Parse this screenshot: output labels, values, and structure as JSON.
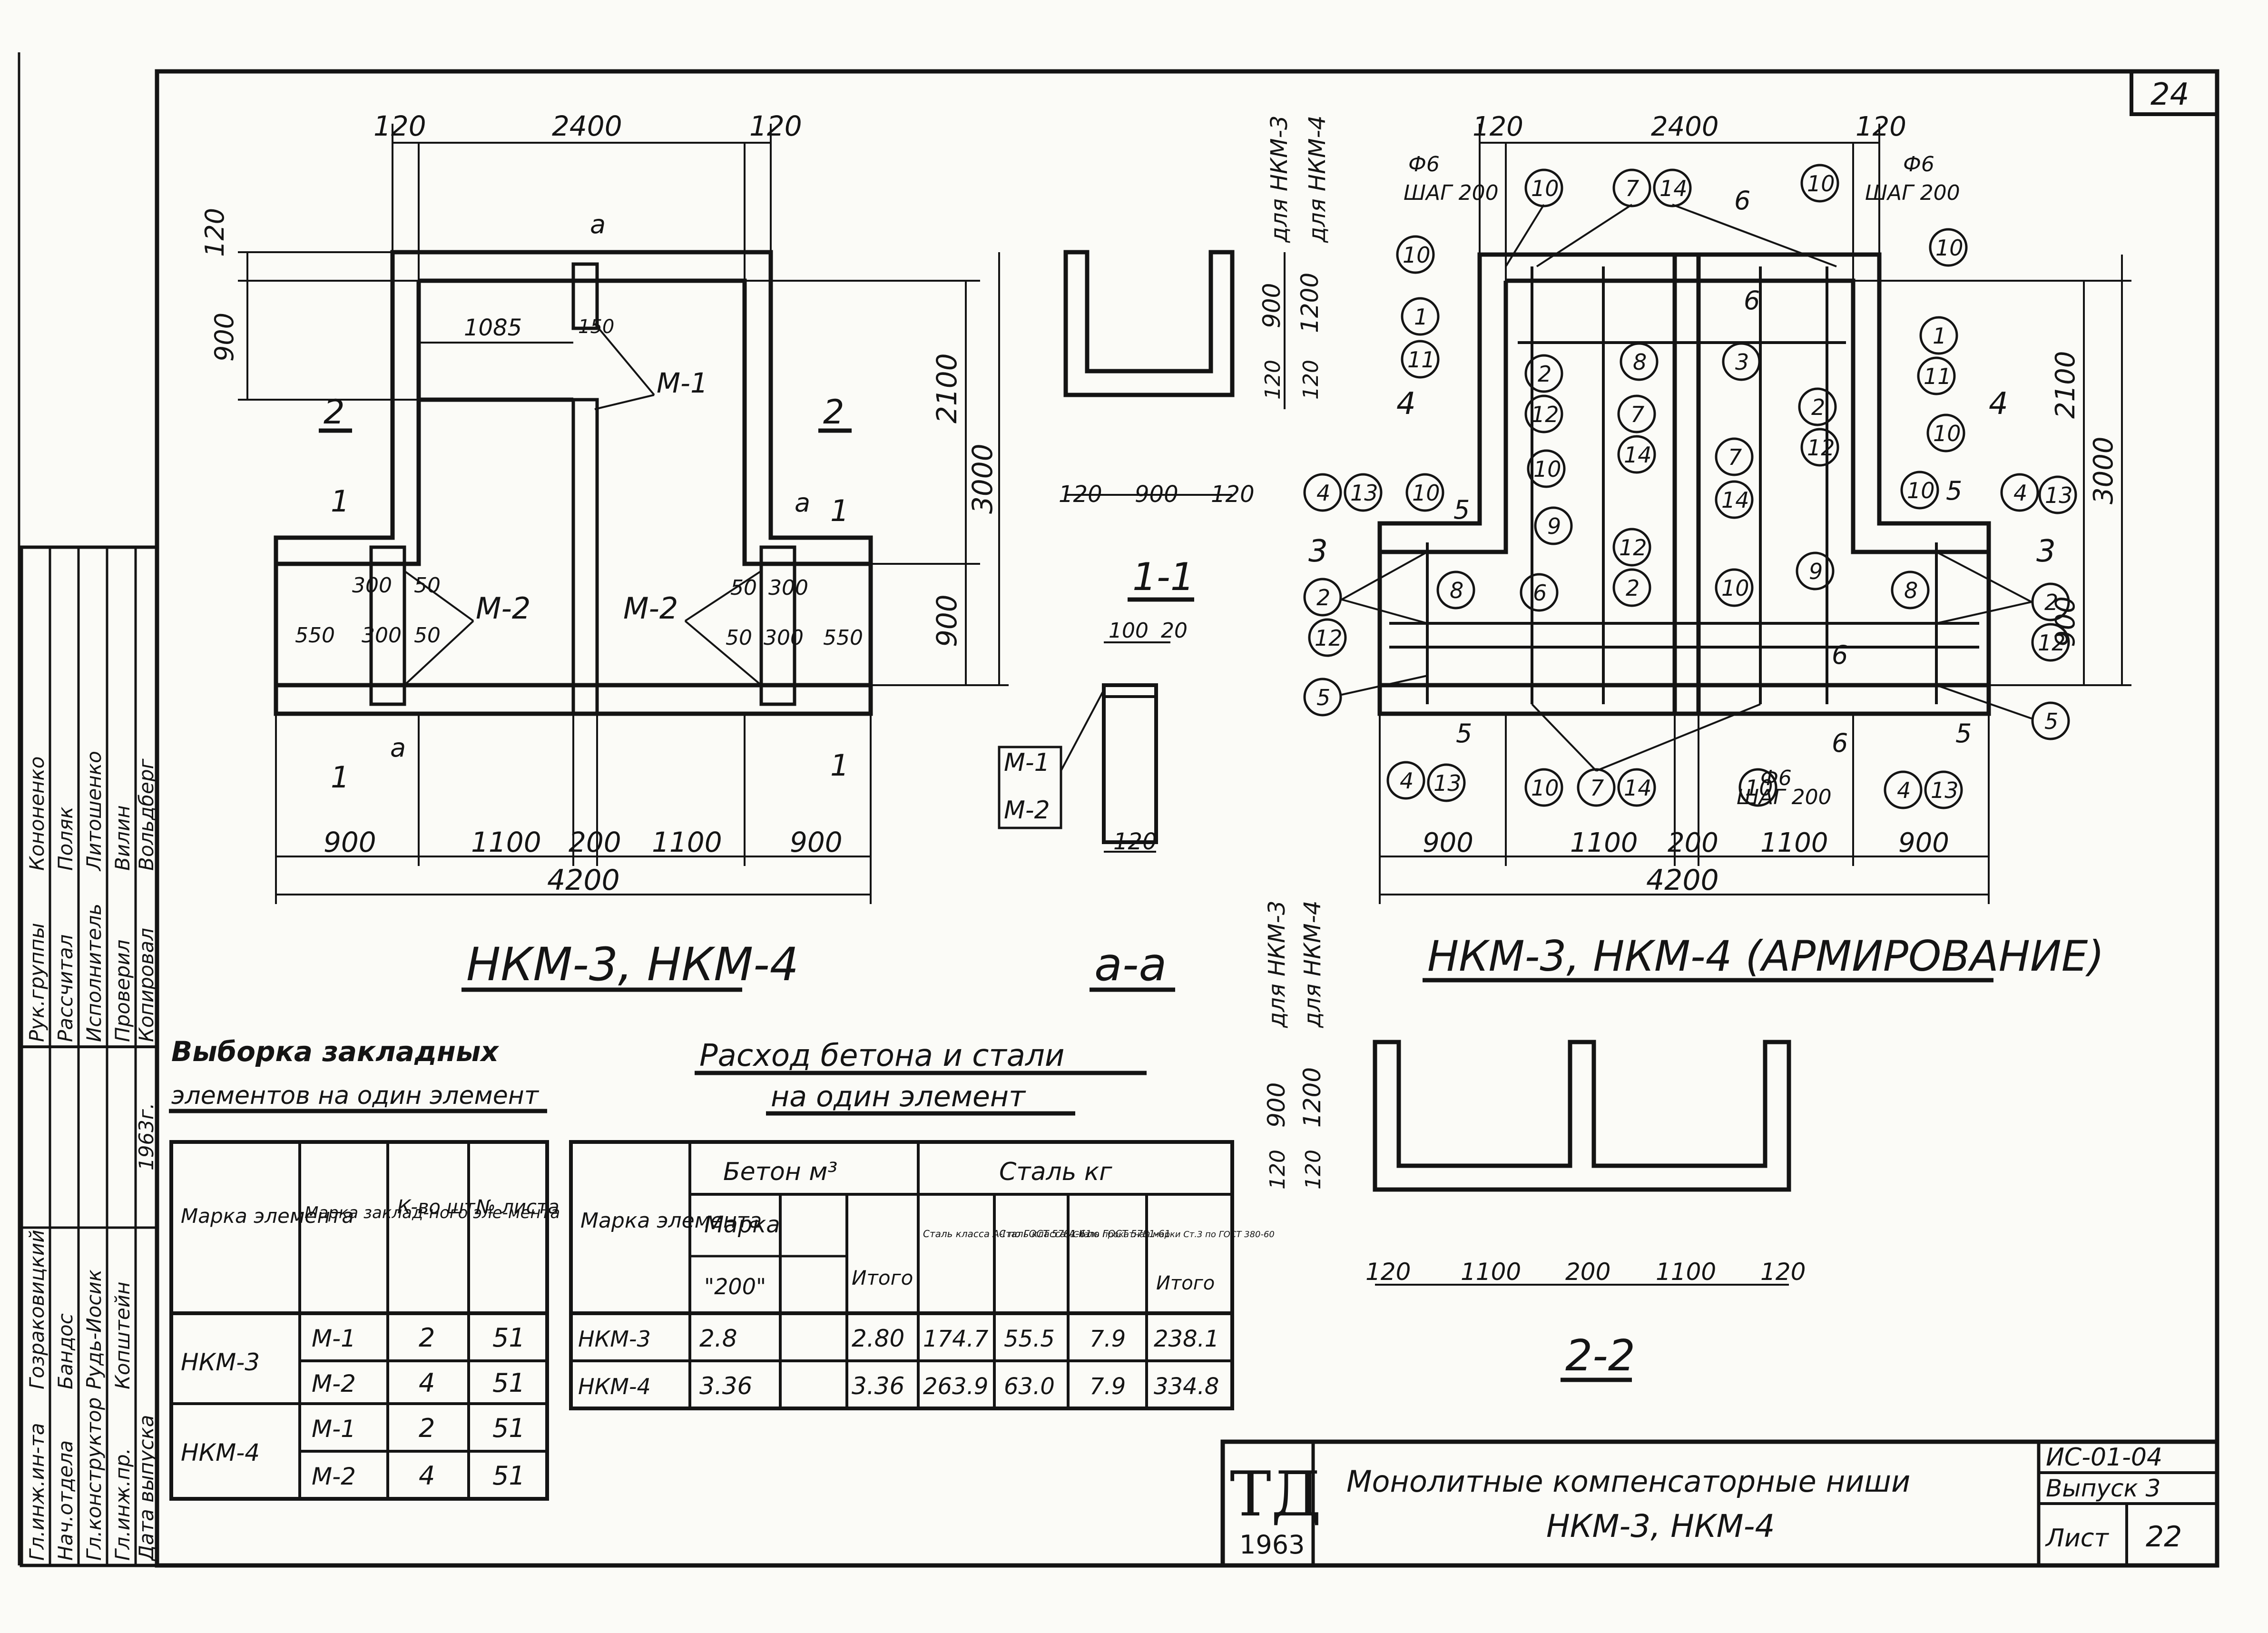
{
  "sheet_number": "24",
  "drawings": {
    "plan": {
      "caption": "НКМ-3, НКМ-4",
      "dims_top": [
        "120",
        "2400",
        "120"
      ],
      "dims_bottom": [
        "900",
        "1100",
        "200",
        "1100",
        "900"
      ],
      "overall_width": "4200",
      "dims_right": [
        "2100",
        "3000",
        "900"
      ],
      "dims_left": [
        "120",
        "900"
      ],
      "dim_1085": "1085",
      "dim_150": "150",
      "dims_embed_left": [
        "300",
        "50",
        "550",
        "300",
        "50"
      ],
      "dims_embed_right": [
        "50",
        "300",
        "50",
        "300",
        "550"
      ],
      "labels": {
        "m1": "М-1",
        "m2": "М-2",
        "sec_2": "2",
        "sec_1": "1",
        "sec_a": "а"
      }
    },
    "section_aa": {
      "caption": "а-а",
      "left_note_top": "для НКМ-3",
      "left_note_bottom": "для НКМ-4",
      "dims_right": [
        "900",
        "1200",
        "120",
        "120"
      ],
      "dims_bottom": [
        "120",
        "900",
        "120"
      ]
    },
    "section_11": {
      "caption": "1-1",
      "dims_top": [
        "100",
        "20"
      ],
      "dim_bottom": "120",
      "labels": [
        "М-1",
        "М-2"
      ]
    },
    "reinforcement": {
      "caption": "НКМ-3, НКМ-4 (АРМИРОВАНИЕ)",
      "dims_top": [
        "120",
        "2400",
        "120"
      ],
      "dims_bottom": [
        "900",
        "1100",
        "200",
        "1100",
        "900"
      ],
      "overall_width": "4200",
      "dims_right": [
        "2100",
        "3000",
        "900"
      ],
      "rebar_note_a": "Ф6",
      "rebar_note_b": "ШАГ 200",
      "marks": [
        "1",
        "2",
        "3",
        "4",
        "5",
        "6",
        "7",
        "8",
        "9",
        "10",
        "11",
        "12",
        "13",
        "14"
      ],
      "section_labels": [
        "3",
        "4",
        "5",
        "6"
      ]
    },
    "section_22": {
      "caption": "2-2",
      "left_note_top": "для НКМ-3",
      "left_note_bottom": "для НКМ-4",
      "dims_left": [
        "900",
        "1200",
        "120",
        "120"
      ],
      "dims_bottom": [
        "120",
        "1100",
        "200",
        "1100",
        "120"
      ]
    }
  },
  "embedded_table": {
    "title_line1": "Выборка закладных",
    "title_line2": "элементов на один элемент",
    "headers": [
      "Марка элемента",
      "Марка заклад-ного эле-мента",
      "К-во шт.",
      "№ листа"
    ],
    "rows": [
      [
        "НКМ-3",
        "М-1",
        "2",
        "51"
      ],
      [
        "",
        "М-2",
        "4",
        "51"
      ],
      [
        "НКМ-4",
        "М-1",
        "2",
        "51"
      ],
      [
        "",
        "М-2",
        "4",
        "51"
      ]
    ]
  },
  "consumption_table": {
    "title_line1": "Расход бетона и стали",
    "title_line2": "на один элемент",
    "header_mark": "Марка элемента",
    "header_concrete": "Бетон м³",
    "header_steel": "Сталь кг",
    "sub_grade": "Марка",
    "sub_grade_value": "\"200\"",
    "sub_total": "Итого",
    "steel_cols": [
      "Сталь класса А-I по ГОСТ 5781-61",
      "Сталь класса А-II по ГОСТ 5781-61",
      "Сталь прокатная марки Ст.3 по ГОСТ 380-60",
      "Итого"
    ],
    "rows": [
      [
        "НКМ-3",
        "2.8",
        "",
        "2.80",
        "174.7",
        "55.5",
        "7.9",
        "238.1"
      ],
      [
        "НКМ-4",
        "3.36",
        "",
        "3.36",
        "263.9",
        "63.0",
        "7.9",
        "334.8"
      ]
    ]
  },
  "title_block": {
    "logo": "ТД",
    "year": "1963",
    "title_line1": "Монолитные компенсаторные ниши",
    "title_line2": "НКМ-3, НКМ-4",
    "series": "ИС-01-04",
    "issue": "Выпуск 3",
    "sheet_label": "Лист",
    "sheet_no": "22"
  },
  "side_stamp": {
    "roles": [
      "Гл.инж.ин-та",
      "Нач.отдела",
      "Гл.конструктор",
      "Гл.инж.пр.",
      "Дата выпуска"
    ],
    "names": [
      "Гозраковицкий",
      "Бандос",
      "Рудь-Иосик",
      "Копштейн",
      "1963г."
    ],
    "roles2": [
      "Рук.группы",
      "Рассчитал",
      "Исполнитель",
      "Проверил",
      "Копировал"
    ],
    "names2": [
      "Кононенко",
      "Поляк",
      "Литошенко",
      "Вилин",
      "Вольдберг"
    ]
  }
}
